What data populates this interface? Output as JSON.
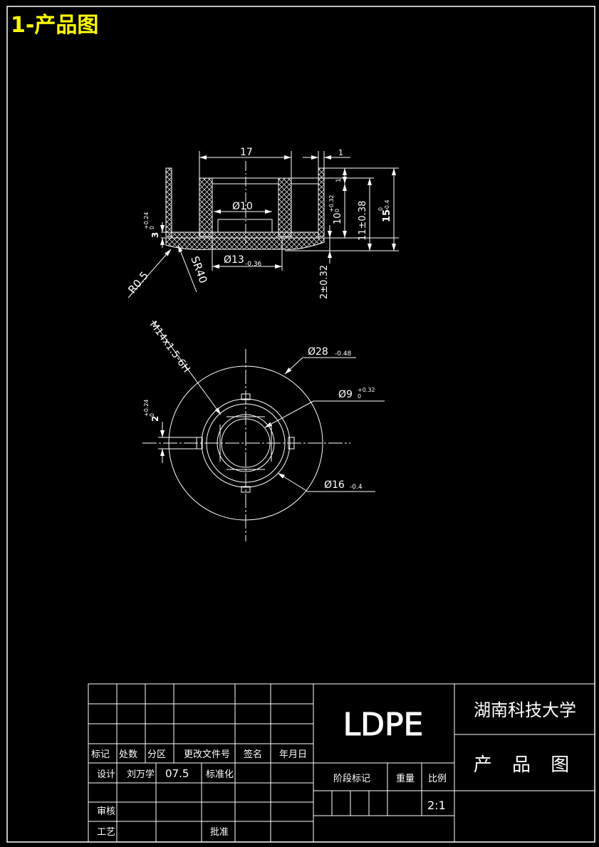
{
  "sheet_title": "1-产品图",
  "section_view": {
    "dims": {
      "width_17": "17",
      "wall_1": "1",
      "dia_10": "Ø10",
      "dia_13": "Ø13",
      "dia_13_tol": "-0.36",
      "h_10": "10",
      "h_10_tol_up": "+0.32",
      "h_10_tol_low": "0",
      "h_11": "11±0.38",
      "h_15": "15",
      "h_15_tol_up": "0",
      "h_15_tol_low": "-0.4",
      "h_2": "2±0.32",
      "h_3": "3",
      "h_3_tol_up": "+0.24",
      "h_3_tol_low": "0",
      "r05": "R0.5",
      "sr40": "SR40",
      "one_small": "1"
    }
  },
  "plan_view": {
    "dims": {
      "thread": "M14x1.5-6H",
      "dia_28": "Ø28",
      "dia_28_tol": "-0.48",
      "dia_9": "Ø9",
      "dia_9_tol_up": "+0.32",
      "dia_9_tol_low": "0",
      "dia_16": "Ø16",
      "dia_16_tol": "-0.4",
      "w_2": "2",
      "w_2_tol_up": "+0.24",
      "w_2_tol_low": "0"
    }
  },
  "title_block": {
    "material": "LDPE",
    "school": "湖南科技大学",
    "drawing_name": "产 品 图",
    "header_labels": [
      "标记",
      "处数",
      "分区",
      "更改文件号",
      "签名",
      "年月日"
    ],
    "design_label": "设计",
    "designer": "刘万学",
    "date": "07.5",
    "standard_label": "标准化",
    "review_label": "审核",
    "process_label": "工艺",
    "approve_label": "批准",
    "stage_label": "阶段标记",
    "weight_label": "重量",
    "scale_label": "比例",
    "scale_value": "2:1"
  }
}
